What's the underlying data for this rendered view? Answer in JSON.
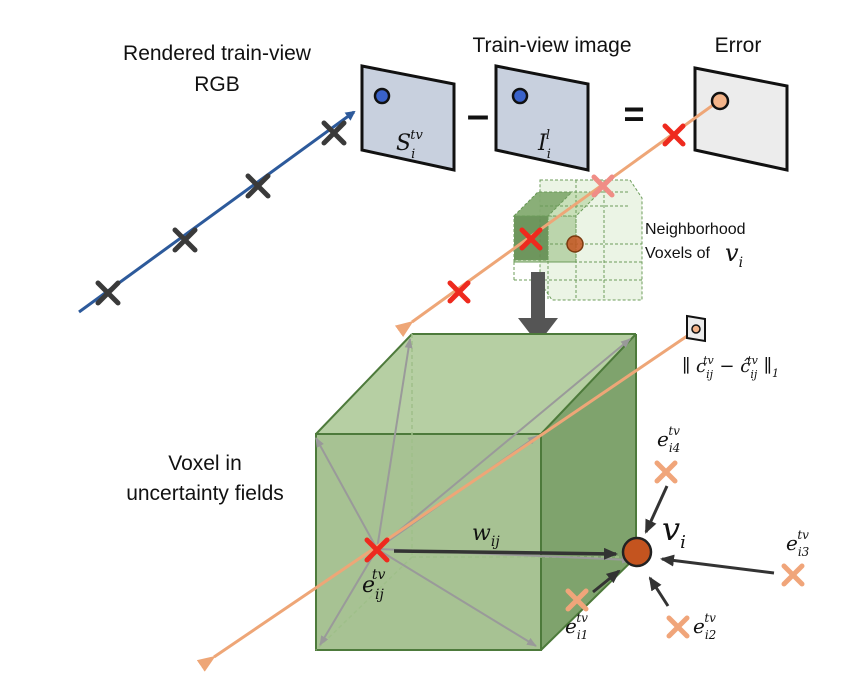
{
  "labels": {
    "rendered_line1": "Rendered train-view",
    "rendered_line2": "RGB",
    "train_view": "Train-view image",
    "error": "Error",
    "neighborhood_line1": "Neighborhood",
    "neighborhood_line2": "Voxels of",
    "voxel_line1": "Voxel in",
    "voxel_line2": "uncertainty fields"
  },
  "operators": {
    "minus": "–",
    "equals": "="
  },
  "math": {
    "S_main": "S",
    "S_sub": "i",
    "S_sup": "tv",
    "I_main": "I",
    "I_sub": "i",
    "I_sup": "l",
    "v_main": "v",
    "v_sub": "i",
    "w_main": "w",
    "w_sub": "ij",
    "norm_left": "∥ c",
    "norm_sub1": "ij",
    "norm_sup1": "tv",
    "norm_mid": " − ĉ",
    "norm_sub2": "ij",
    "norm_sup2": "tv",
    "norm_right": " ∥",
    "norm_sub_end": "1",
    "e_main": "e",
    "e_ij_sub": "ij",
    "e_sup": "tv",
    "e_i1_sub": "i1",
    "e_i2_sub": "i2",
    "e_i3_sub": "i3",
    "e_i4_sub": "i4"
  },
  "colors": {
    "blue_ray": "#2d5a9b",
    "orange_ray": "#eea677",
    "red_cross": "#ee2a1e",
    "dark_cross": "#3a3a3a",
    "light_cross": "#f0a57a",
    "pale_red_cross": "#f08d86",
    "image_fill": "#c8d0de",
    "error_fill": "#ececec",
    "voxel_fill": "#a7c293",
    "voxel_dark": "#5f8a4e",
    "voxel_edge": "#4d7a3b",
    "vertex_fill": "#c4541f"
  }
}
